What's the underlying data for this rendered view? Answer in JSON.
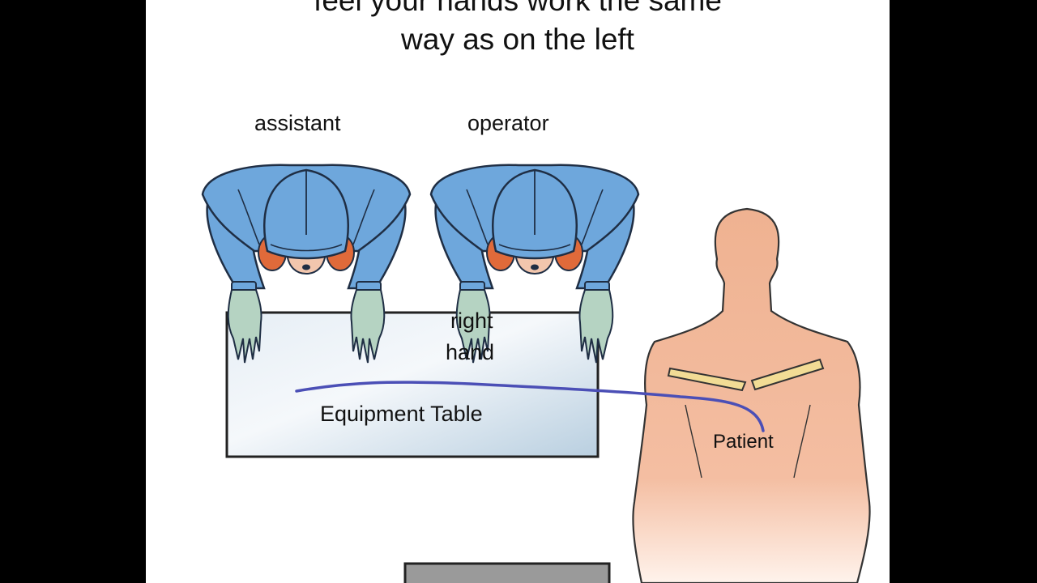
{
  "title": {
    "line1": "feel your hands work the same",
    "line2": "way as on the left"
  },
  "labels": {
    "assistant": "assistant",
    "operator": "operator",
    "right_hand_1": "right",
    "right_hand_2": "hand",
    "equipment_table": "Equipment Table",
    "patient": "Patient"
  },
  "icons": {
    "assistant": "surgeon-top-view-icon",
    "operator": "surgeon-top-view-icon",
    "patient": "human-torso-back-icon",
    "table": "equipment-table-icon"
  },
  "colors": {
    "gown": "#6ea7dc",
    "gown_outline": "#1f2e44",
    "hair": "#e06a3a",
    "glove": "#b5d3c2",
    "skin": "#f2b597",
    "table_fill": "#c7d9e6",
    "strap": "#f2dc95",
    "line": "#4b4fb6",
    "background": "#ffffff",
    "frame": "#000000"
  }
}
